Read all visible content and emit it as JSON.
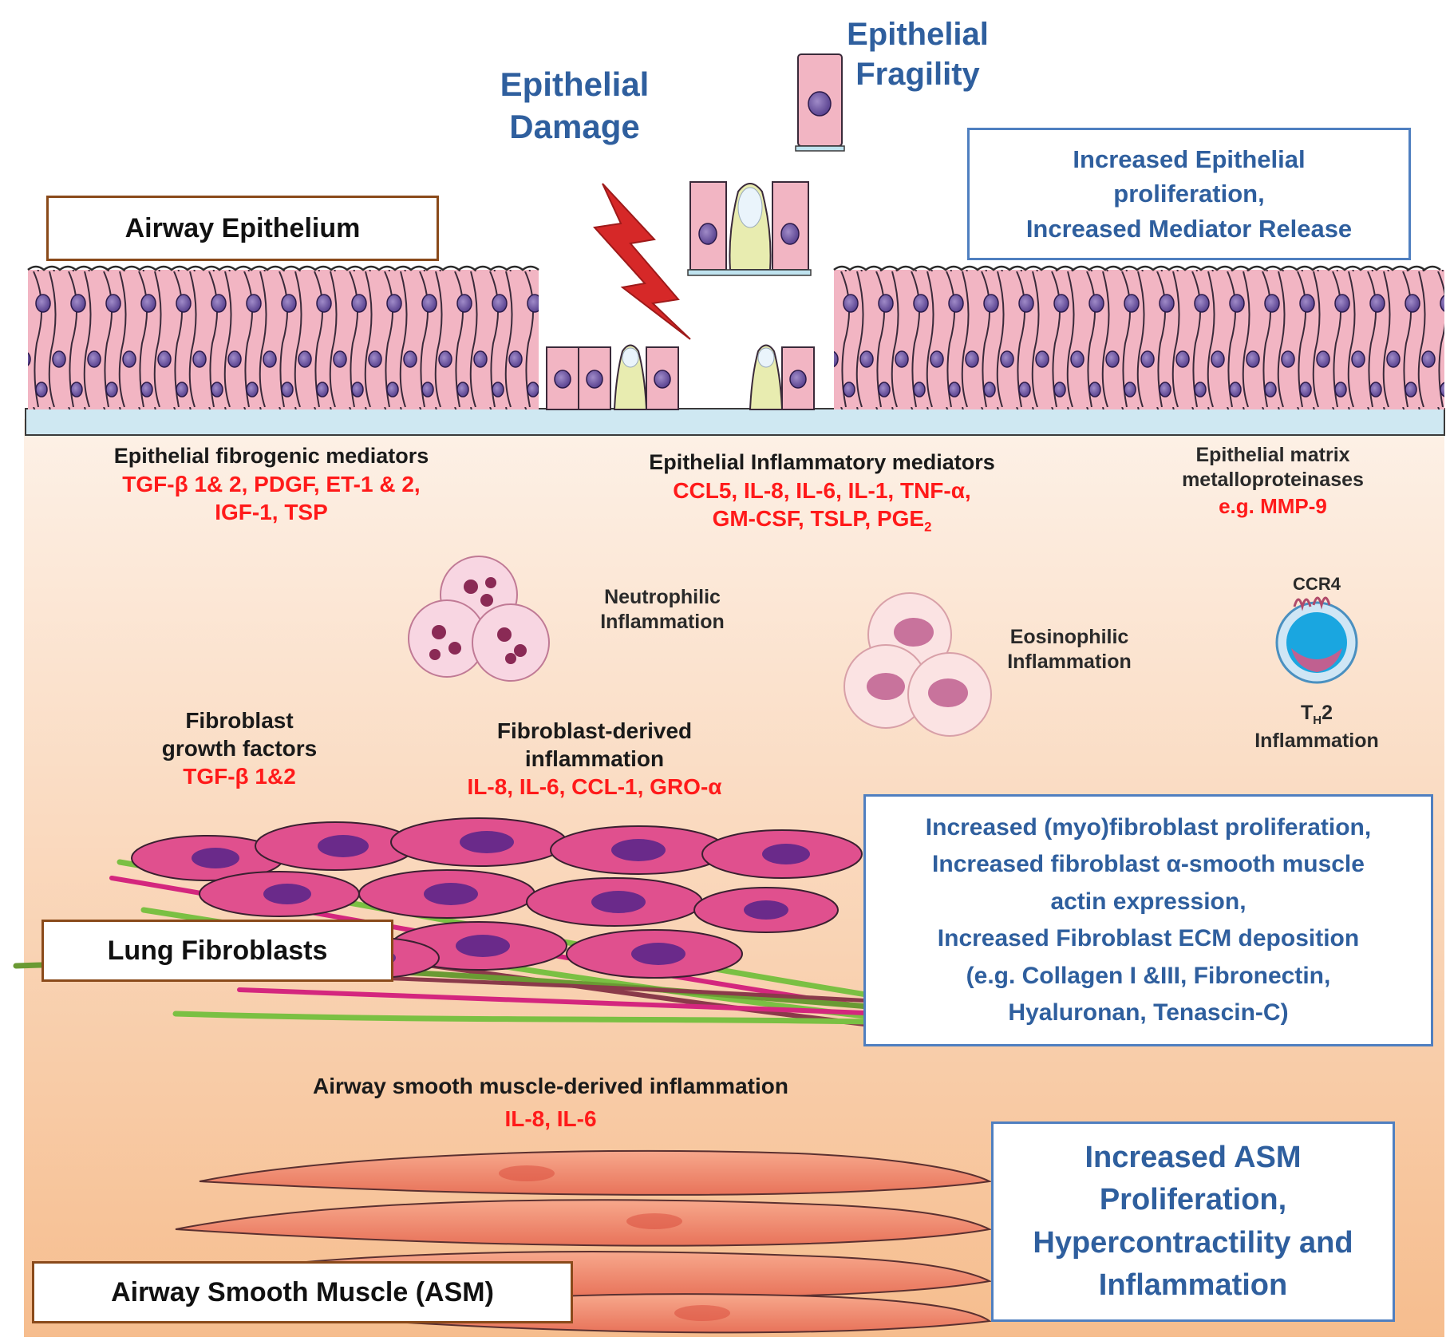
{
  "title_epithelial_damage": [
    "Epithelial",
    "Damage"
  ],
  "title_epithelial_fragility": [
    "Epithelial",
    "Fragility"
  ],
  "boxes": {
    "airway_epithelium": "Airway Epithelium",
    "lung_fibroblasts": "Lung Fibroblasts",
    "airway_smooth_muscle": "Airway Smooth Muscle (ASM)"
  },
  "outcome_boxes": {
    "epithelial": [
      "Increased Epithelial",
      "proliferation,",
      "Increased Mediator Release"
    ],
    "fibroblast": [
      "Increased (myo)fibroblast proliferation,",
      "Increased fibroblast α-smooth muscle",
      "actin expression,",
      "Increased Fibroblast ECM deposition",
      "(e.g. Collagen I &III, Fibronectin,",
      "Hyaluronan, Tenascin-C)"
    ],
    "asm": [
      "Increased ASM",
      "Proliferation,",
      "Hypercontractility and",
      "Inflammation"
    ]
  },
  "mediators": {
    "fibrogenic": {
      "heading": "Epithelial fibrogenic mediators",
      "items": [
        "TGF-β 1& 2, PDGF, ET-1 & 2,",
        "IGF-1, TSP"
      ]
    },
    "inflammatory": {
      "heading": "Epithelial Inflammatory mediators",
      "items": [
        "CCL5, IL-8, IL-6, IL-1, TNF-α,",
        "GM-CSF, TSLP, PGE"
      ],
      "sub": "2"
    },
    "mmp": {
      "heading": [
        "Epithelial matrix",
        "metalloproteinases"
      ],
      "items": [
        "e.g. MMP-9"
      ]
    },
    "fibroblast_growth": {
      "heading": [
        "Fibroblast",
        "growth factors"
      ],
      "items": [
        "TGF-β 1&2"
      ]
    },
    "fibroblast_inflammation": {
      "heading": [
        "Fibroblast-derived",
        "inflammation"
      ],
      "items": [
        "IL-8, IL-6, CCL-1, GRO-α"
      ]
    },
    "asm_inflammation": {
      "heading": "Airway smooth muscle-derived inflammation",
      "items": [
        "IL-8, IL-6"
      ]
    }
  },
  "cells": {
    "neutrophilic": [
      "Neutrophilic",
      "Inflammation"
    ],
    "eosinophilic": [
      "Eosinophilic",
      "Inflammation"
    ],
    "ccr4": "CCR4",
    "th2_T": "T",
    "th2_sub": "H",
    "th2_rest": "2",
    "th2_label": "Inflammation"
  },
  "colors": {
    "background_top": "#fdf0e6",
    "background_bottom": "#f6bd8e",
    "epithelium_cell": "#f2b5c3",
    "basement_membrane": "#cfe8f2",
    "red_text": "#ff1a1a",
    "blue_text": "#2f5f9e",
    "box_border_brown": "#8a4a1a",
    "box_border_blue": "#4f7fc0"
  }
}
